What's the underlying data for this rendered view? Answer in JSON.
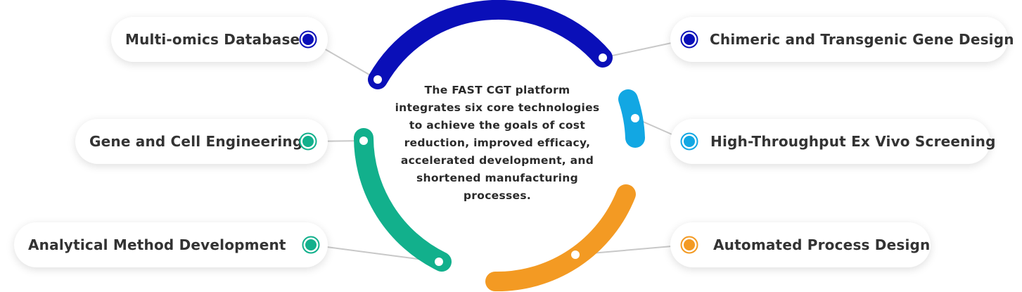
{
  "center_text": "The FAST CGT platform integrates six core technologies to achieve the goals of cost reduction, improved efficacy, accelerated development, and shortened manufacturing processes.",
  "nodes": [
    {
      "label": "Multi-omics Database",
      "color": "#0a0fb8"
    },
    {
      "label": "Chimeric and Transgenic Gene Design",
      "color": "#0a0fb8"
    },
    {
      "label": "Gene and Cell Engineering",
      "color": "#12b08c"
    },
    {
      "label": "High-Throughput Ex Vivo Screening",
      "color": "#12a7e3"
    },
    {
      "label": "Analytical Method Development",
      "color": "#12b08c"
    },
    {
      "label": "Automated Process Design",
      "color": "#f39a23"
    }
  ]
}
